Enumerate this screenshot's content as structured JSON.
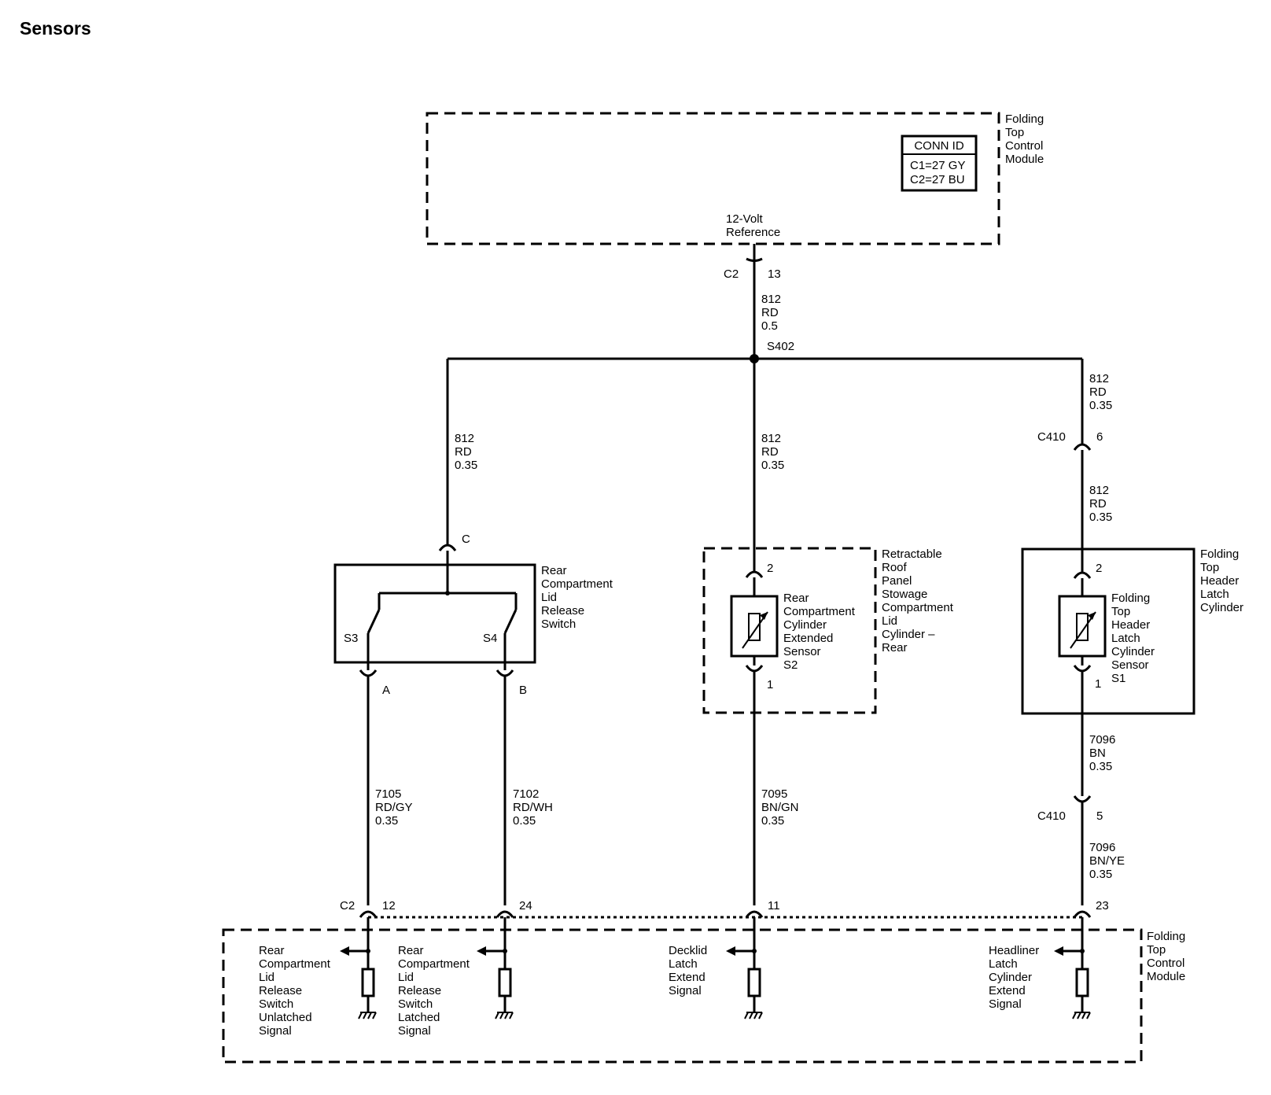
{
  "page": {
    "title": "Sensors"
  },
  "module_top": {
    "name": [
      "Folding",
      "Top",
      "Control",
      "Module"
    ],
    "conn_id": {
      "header": "CONN ID",
      "lines": [
        "C1=27 GY",
        "C2=27 BU"
      ]
    },
    "terminal_label": [
      "12-Volt",
      "Reference"
    ],
    "connector": "C2",
    "pin": "13"
  },
  "splice": "S402",
  "wires": {
    "ref_main": [
      "812",
      "RD",
      "0.5"
    ],
    "ref_left": [
      "812",
      "RD",
      "0.35"
    ],
    "ref_center": [
      "812",
      "RD",
      "0.35"
    ],
    "ref_right_a": [
      "812",
      "RD",
      "0.35"
    ],
    "ref_right_b": [
      "812",
      "RD",
      "0.35"
    ],
    "sig_a": [
      "7105",
      "RD/GY",
      "0.35"
    ],
    "sig_b": [
      "7102",
      "RD/WH",
      "0.35"
    ],
    "sig_c": [
      "7095",
      "BN/GN",
      "0.35"
    ],
    "sig_d1": [
      "7096",
      "BN",
      "0.35"
    ],
    "sig_d2": [
      "7096",
      "BN/YE",
      "0.35"
    ]
  },
  "inline_connector": {
    "name": "C410",
    "pin_upper": "6",
    "pin_lower": "5"
  },
  "switch": {
    "name": [
      "Rear",
      "Compartment",
      "Lid",
      "Release",
      "Switch"
    ],
    "pin_in": "C",
    "pin_a": "A",
    "pin_b": "B",
    "contact_1": "S3",
    "contact_2": "S4"
  },
  "sensor_s2": {
    "housing": [
      "Retractable",
      "Roof",
      "Panel",
      "Stowage",
      "Compartment",
      "Lid",
      "Cylinder –",
      "Rear"
    ],
    "name": [
      "Rear",
      "Compartment",
      "Cylinder",
      "Extended",
      "Sensor",
      "S2"
    ],
    "pin_top": "2",
    "pin_bottom": "1"
  },
  "sensor_s1": {
    "housing": [
      "Folding",
      "Top",
      "Header",
      "Latch",
      "Cylinder"
    ],
    "name": [
      "Folding",
      "Top",
      "Header",
      "Latch",
      "Cylinder",
      "Sensor",
      "S1"
    ],
    "pin_top": "2",
    "pin_bottom": "1"
  },
  "module_bottom": {
    "name": [
      "Folding",
      "Top",
      "Control",
      "Module"
    ],
    "connector": "C2",
    "pins": [
      "12",
      "24",
      "11",
      "23"
    ],
    "signals": [
      [
        "Rear",
        "Compartment",
        "Lid",
        "Release",
        "Switch",
        "Unlatched",
        "Signal"
      ],
      [
        "Rear",
        "Compartment",
        "Lid",
        "Release",
        "Switch",
        "Latched",
        "Signal"
      ],
      [
        "Decklid",
        "Latch",
        "Extend",
        "Signal"
      ],
      [
        "Headliner",
        "Latch",
        "Cylinder",
        "Extend",
        "Signal"
      ]
    ]
  }
}
